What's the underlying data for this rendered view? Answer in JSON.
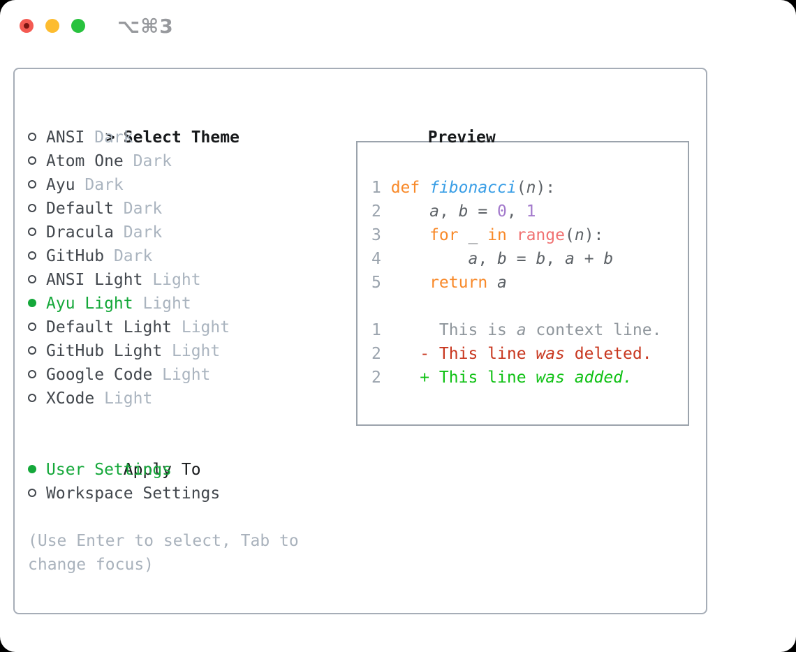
{
  "titlebar": {
    "shortcut": "⌥⌘3",
    "close_color": "#f45a52",
    "close_inner_color": "#7c1511",
    "minimize_color": "#fdbc2f",
    "zoom_color": "#28c23e",
    "shortcut_color": "#97999d"
  },
  "theme_list": {
    "cursor": ">",
    "title": "Select Theme",
    "items": [
      {
        "name": "ANSI",
        "tag": "Dark",
        "selected": false
      },
      {
        "name": "Atom One",
        "tag": "Dark",
        "selected": false
      },
      {
        "name": "Ayu",
        "tag": "Dark",
        "selected": false
      },
      {
        "name": "Default",
        "tag": "Dark",
        "selected": false
      },
      {
        "name": "Dracula",
        "tag": "Dark",
        "selected": false
      },
      {
        "name": "GitHub",
        "tag": "Dark",
        "selected": false
      },
      {
        "name": "ANSI Light",
        "tag": "Light",
        "selected": false
      },
      {
        "name": "Ayu Light",
        "tag": "Light",
        "selected": true
      },
      {
        "name": "Default Light",
        "tag": "Light",
        "selected": false
      },
      {
        "name": "GitHub Light",
        "tag": "Light",
        "selected": false
      },
      {
        "name": "Google Code",
        "tag": "Light",
        "selected": false
      },
      {
        "name": "XCode",
        "tag": "Light",
        "selected": false
      }
    ]
  },
  "apply_to": {
    "title": "Apply To",
    "options": [
      {
        "label": "User Settings",
        "selected": true
      },
      {
        "label": "Workspace Settings",
        "selected": false
      }
    ]
  },
  "help_lines": [
    "(Use Enter to select, Tab to",
    "change focus)"
  ],
  "preview": {
    "title": "Preview",
    "lines": [
      {
        "num": "",
        "tokens": []
      },
      {
        "num": "1",
        "tokens": [
          {
            "t": "def",
            "c": "kw"
          },
          {
            "t": " ",
            "c": "pl"
          },
          {
            "t": "fibonacci",
            "c": "fn",
            "i": true
          },
          {
            "t": "(",
            "c": "pl"
          },
          {
            "t": "n",
            "c": "vr",
            "i": true
          },
          {
            "t": "):",
            "c": "pl"
          }
        ]
      },
      {
        "num": "2",
        "tokens": [
          {
            "t": "    ",
            "c": "pl"
          },
          {
            "t": "a",
            "c": "vr",
            "i": true
          },
          {
            "t": ", ",
            "c": "pl"
          },
          {
            "t": "b",
            "c": "vr",
            "i": true
          },
          {
            "t": " = ",
            "c": "pl"
          },
          {
            "t": "0",
            "c": "nm"
          },
          {
            "t": ", ",
            "c": "pl"
          },
          {
            "t": "1",
            "c": "nm"
          }
        ]
      },
      {
        "num": "3",
        "tokens": [
          {
            "t": "    ",
            "c": "pl"
          },
          {
            "t": "for",
            "c": "kw"
          },
          {
            "t": " _ ",
            "c": "pl"
          },
          {
            "t": "in",
            "c": "kw"
          },
          {
            "t": " ",
            "c": "pl"
          },
          {
            "t": "range",
            "c": "cl"
          },
          {
            "t": "(",
            "c": "pl"
          },
          {
            "t": "n",
            "c": "vr",
            "i": true
          },
          {
            "t": "):",
            "c": "pl"
          }
        ]
      },
      {
        "num": "4",
        "tokens": [
          {
            "t": "        ",
            "c": "pl"
          },
          {
            "t": "a",
            "c": "vr",
            "i": true
          },
          {
            "t": ", ",
            "c": "pl"
          },
          {
            "t": "b",
            "c": "vr",
            "i": true
          },
          {
            "t": " = ",
            "c": "pl"
          },
          {
            "t": "b",
            "c": "vr",
            "i": true
          },
          {
            "t": ", ",
            "c": "pl"
          },
          {
            "t": "a",
            "c": "vr",
            "i": true
          },
          {
            "t": " + ",
            "c": "pl"
          },
          {
            "t": "b",
            "c": "vr",
            "i": true
          }
        ]
      },
      {
        "num": "5",
        "tokens": [
          {
            "t": "    ",
            "c": "pl"
          },
          {
            "t": "return",
            "c": "kw"
          },
          {
            "t": " ",
            "c": "pl"
          },
          {
            "t": "a",
            "c": "vr",
            "i": true
          }
        ]
      },
      {
        "num": "",
        "tokens": []
      },
      {
        "num": "1",
        "tokens": [
          {
            "t": "     This is ",
            "c": "cx"
          },
          {
            "t": "a",
            "c": "cx",
            "i": true
          },
          {
            "t": " context line.",
            "c": "cx"
          }
        ]
      },
      {
        "num": "2",
        "tokens": [
          {
            "t": "   - This line ",
            "c": "de"
          },
          {
            "t": "was",
            "c": "de",
            "i": true
          },
          {
            "t": " deleted.",
            "c": "de"
          }
        ]
      },
      {
        "num": "2",
        "tokens": [
          {
            "t": "   + This line ",
            "c": "ad"
          },
          {
            "t": "was added.",
            "c": "ad",
            "i": true
          }
        ]
      }
    ]
  },
  "colors": {
    "header": "#17191b",
    "itemtext": "#42474d",
    "tag": "#aab4bf",
    "help": "#a9b2bc",
    "sel": "#15a83a",
    "panelborder": "#a6adb7",
    "boxborder": "#9ba3ac",
    "kw": "#f88929",
    "fn": "#399ee6",
    "nm": "#a37acc",
    "cl": "#f07171",
    "pl": "#5c6166",
    "ln": "#9aa3ad",
    "cx": "#8f969c",
    "de": "#c8371f",
    "ad": "#10c115"
  }
}
